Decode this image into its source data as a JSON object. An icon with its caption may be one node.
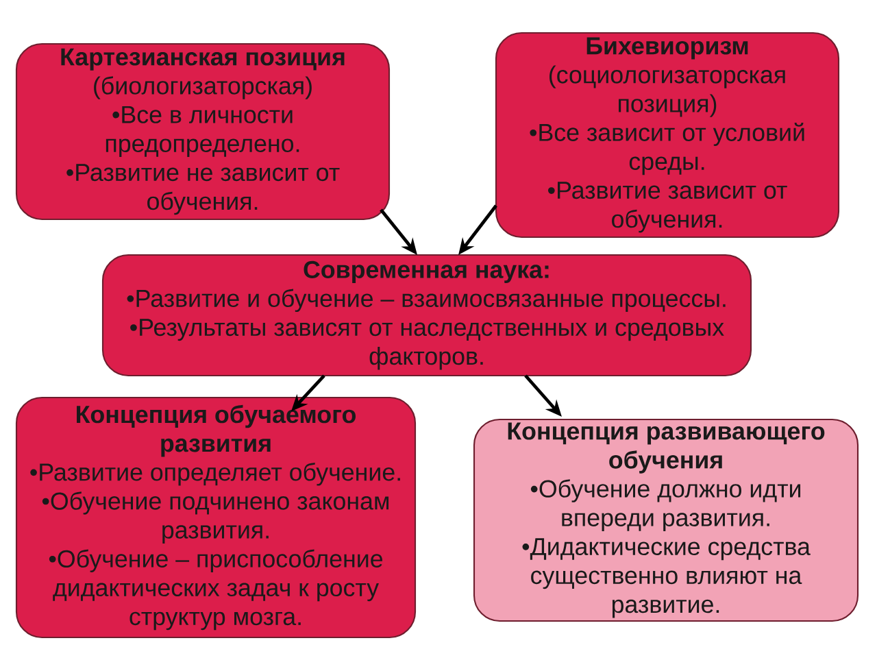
{
  "diagram": {
    "nodes": [
      {
        "text": [
          "Картезианская позиция",
          "(биологизаторская)",
          "•Все в личности предопределено.",
          "•Развитие не зависит от обучения."
        ]
      },
      {
        "text": [
          "Бихевиоризм",
          "(социологизаторская позиция)",
          "•Все зависит от условий среды.",
          "•Развитие зависит от обучения."
        ]
      },
      {
        "text": [
          "Современная наука:",
          "•Развитие и обучение – взаимосвязанные процессы.",
          "•Результаты зависят от наследственных и средовых факторов."
        ]
      },
      {
        "text": [
          "Концепция обучаемого развития",
          "•Развитие определяет обучение.",
          "•Обучение подчинено законам развития.",
          "•Обучение – приспособление дидактических задач к росту структур мозга."
        ]
      },
      {
        "text": [
          "Концепция развивающего обучения",
          "•Обучение должно идти впереди развития.",
          "•Дидактические средства существенно влияют на развитие."
        ]
      }
    ],
    "edges": [
      {
        "from": 0,
        "to": 2,
        "arrow": "to"
      },
      {
        "from": 1,
        "to": 2,
        "arrow": "to"
      },
      {
        "from": 2,
        "to": 3,
        "arrow": "to"
      },
      {
        "from": 2,
        "to": 4,
        "arrow": "to"
      }
    ]
  }
}
